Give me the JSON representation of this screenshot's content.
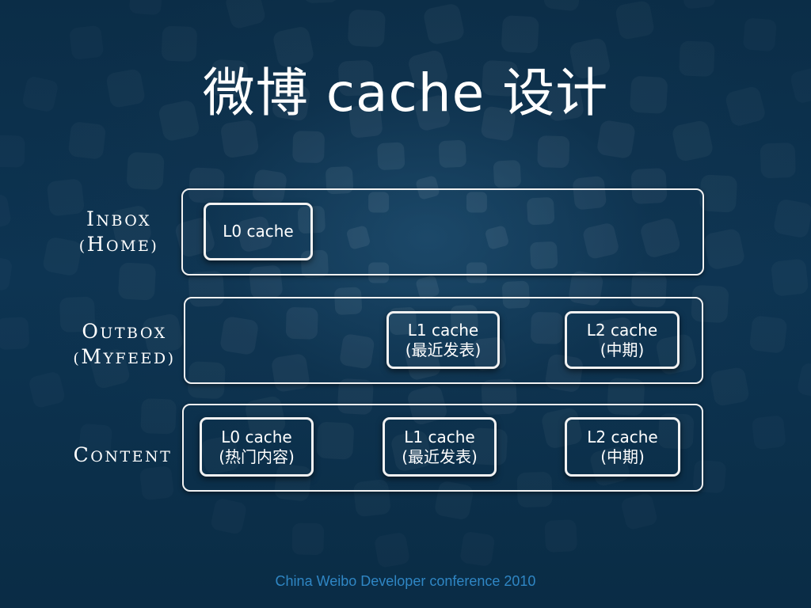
{
  "title": "微博 cache 设计",
  "rows": {
    "inbox": {
      "label_line1": "Inbox",
      "label_line2": "(home)",
      "caches": [
        {
          "name": "L0 cache",
          "desc": ""
        }
      ]
    },
    "outbox": {
      "label_line1": "Outbox",
      "label_line2": "(Myfeed)",
      "caches": [
        {
          "name": "L1 cache",
          "desc": "(最近发表)"
        },
        {
          "name": "L2 cache",
          "desc": "(中期)"
        }
      ]
    },
    "content": {
      "label_line1": "Content",
      "caches": [
        {
          "name": "L0 cache",
          "desc": "(热门内容)"
        },
        {
          "name": "L1 cache",
          "desc": "(最近发表)"
        },
        {
          "name": "L2 cache",
          "desc": "(中期)"
        }
      ]
    }
  },
  "footer": "China Weibo Developer conference 2010",
  "colors": {
    "background": "#0b2d47",
    "box_border": "#f2f2f2",
    "text": "#ffffff",
    "footer": "#2f86c4"
  }
}
